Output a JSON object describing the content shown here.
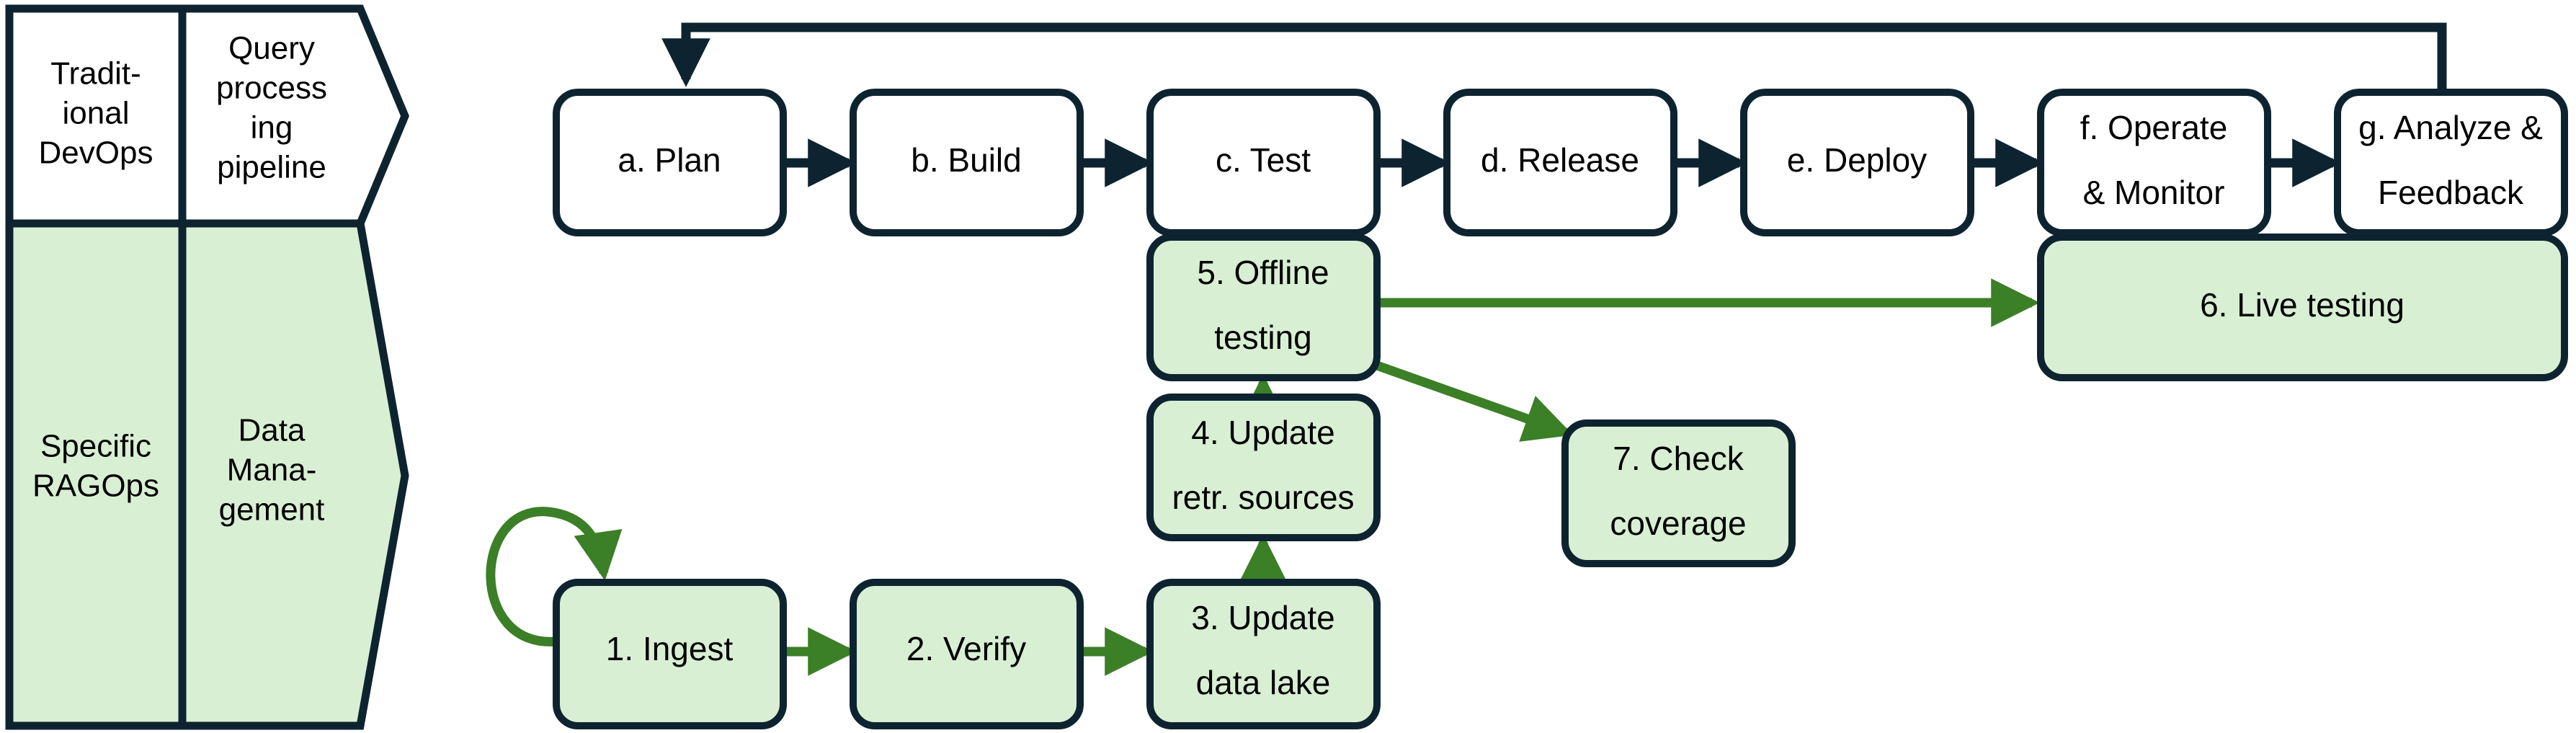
{
  "colors": {
    "border_dark": "#0d2430",
    "fill_green": "#d9efd4",
    "fill_white": "#ffffff",
    "arrow_dark": "#0d2430",
    "arrow_green": "#3b7f26",
    "background": "#ffffff"
  },
  "legend": {
    "rows": [
      {
        "key": "traditional",
        "left_label": "Tradit-\nional\nDevOps",
        "left_line1": "Tradit-",
        "left_line2": "ional",
        "left_line3": "DevOps",
        "right_line1": "Query",
        "right_line2": "process",
        "right_line3": "ing",
        "right_line4": "pipeline",
        "fill": "#ffffff"
      },
      {
        "key": "ragops",
        "left_line1": "Specific",
        "left_line2": "RAGOps",
        "right_line1": "Data",
        "right_line2": "Mana-",
        "right_line3": "gement",
        "fill": "#d9efd4"
      }
    ]
  },
  "devops_stages": [
    {
      "id": "a",
      "line1": "a. Plan"
    },
    {
      "id": "b",
      "line1": "b. Build"
    },
    {
      "id": "c",
      "line1": "c. Test"
    },
    {
      "id": "d",
      "line1": "d. Release"
    },
    {
      "id": "e",
      "line1": "e. Deploy"
    },
    {
      "id": "f",
      "line1": "f. Operate",
      "line2": "& Monitor"
    },
    {
      "id": "g",
      "line1": "g. Analyze &",
      "line2": "Feedback"
    }
  ],
  "ragops_steps": [
    {
      "id": "1",
      "line1": "1. Ingest"
    },
    {
      "id": "2",
      "line1": "2. Verify"
    },
    {
      "id": "3",
      "line1": "3. Update",
      "line2": "data lake"
    },
    {
      "id": "4",
      "line1": "4. Update",
      "line2": "retr. sources"
    },
    {
      "id": "5",
      "line1": "5. Offline",
      "line2": "testing"
    },
    {
      "id": "6",
      "line1": "6. Live testing"
    },
    {
      "id": "7",
      "line1": "7. Check",
      "line2": "coverage"
    }
  ],
  "connections": [
    {
      "from": "a",
      "to": "b",
      "style": "dark"
    },
    {
      "from": "b",
      "to": "c",
      "style": "dark"
    },
    {
      "from": "c",
      "to": "d",
      "style": "dark"
    },
    {
      "from": "d",
      "to": "e",
      "style": "dark"
    },
    {
      "from": "e",
      "to": "f",
      "style": "dark"
    },
    {
      "from": "f",
      "to": "g",
      "style": "dark"
    },
    {
      "from": "g",
      "to": "a",
      "style": "dark-feedback-loop"
    },
    {
      "from": "1",
      "to": "1",
      "style": "green-self-loop"
    },
    {
      "from": "1",
      "to": "2",
      "style": "green"
    },
    {
      "from": "2",
      "to": "3",
      "style": "green"
    },
    {
      "from": "3",
      "to": "4",
      "style": "green"
    },
    {
      "from": "4",
      "to": "5",
      "style": "green"
    },
    {
      "from": "5",
      "to": "6",
      "style": "green"
    },
    {
      "from": "5",
      "to": "7",
      "style": "green"
    }
  ]
}
